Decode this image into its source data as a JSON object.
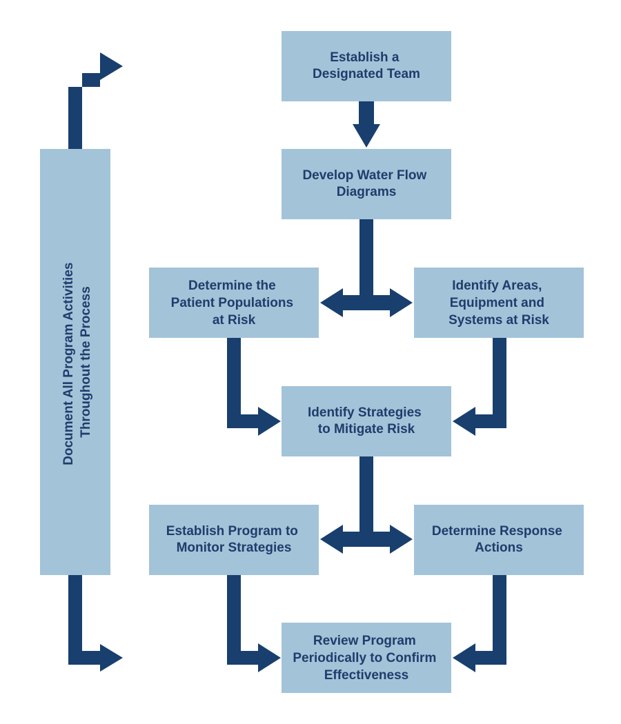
{
  "colors": {
    "box_fill": "#a3c3d9",
    "arrow": "#183f6e",
    "text": "#1e3d6b",
    "background": "#ffffff"
  },
  "side_bar": {
    "lines": [
      "Document All Program Activities",
      "Throughout the Process"
    ]
  },
  "steps": {
    "team": {
      "lines": [
        "Establish a",
        "Designated Team"
      ]
    },
    "flow": {
      "lines": [
        "Develop Water Flow",
        "Diagrams"
      ]
    },
    "patients": {
      "lines": [
        "Determine the",
        "Patient Populations",
        "at Risk"
      ]
    },
    "areas": {
      "lines": [
        "Identify Areas,",
        "Equipment and",
        "Systems at Risk"
      ]
    },
    "strategies": {
      "lines": [
        "Identify Strategies",
        "to Mitigate Risk"
      ]
    },
    "monitor": {
      "lines": [
        "Establish Program to",
        "Monitor Strategies"
      ]
    },
    "response": {
      "lines": [
        "Determine Response",
        "Actions"
      ]
    },
    "review": {
      "lines": [
        "Review Program",
        "Periodically to Confirm",
        "Effectiveness"
      ]
    }
  }
}
